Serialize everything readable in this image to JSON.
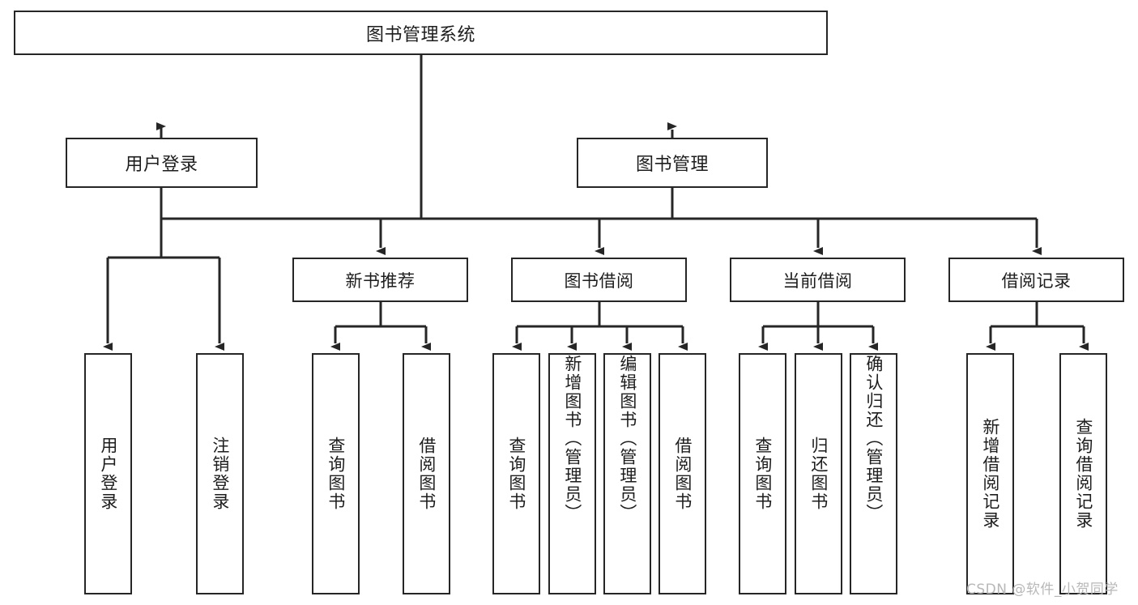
{
  "diagram": {
    "title": "图书管理系统",
    "type": "tree-hierarchy-diagram",
    "colors": {
      "stroke": "#262626",
      "fill": "#ffffff",
      "text": "#1d1d1d",
      "watermark": "#b8b8b8"
    },
    "root": {
      "label": "图书管理系统"
    },
    "level2": [
      {
        "label": "用户登录"
      },
      {
        "label": "图书管理"
      }
    ],
    "level3": [
      {
        "label": "新书推荐"
      },
      {
        "label": "图书借阅"
      },
      {
        "label": "当前借阅"
      },
      {
        "label": "借阅记录"
      }
    ],
    "leaves": {
      "user_login": [
        {
          "label": "用户登录"
        },
        {
          "label": "注销登录"
        }
      ],
      "new_book_recommend": [
        {
          "label": "查询图书"
        },
        {
          "label": "借阅图书"
        }
      ],
      "book_borrow": [
        {
          "label": "查询图书"
        },
        {
          "label": "新增图书（管理员）"
        },
        {
          "label": "编辑图书（管理员）"
        },
        {
          "label": "借阅图书"
        }
      ],
      "current_borrow": [
        {
          "label": "查询图书"
        },
        {
          "label": "归还图书"
        },
        {
          "label": "确认归还（管理员）"
        }
      ],
      "borrow_record": [
        {
          "label": "新增借阅记录"
        },
        {
          "label": "查询借阅记录"
        }
      ]
    }
  },
  "watermark": {
    "text": "CSDN @软件_小贺同学"
  }
}
